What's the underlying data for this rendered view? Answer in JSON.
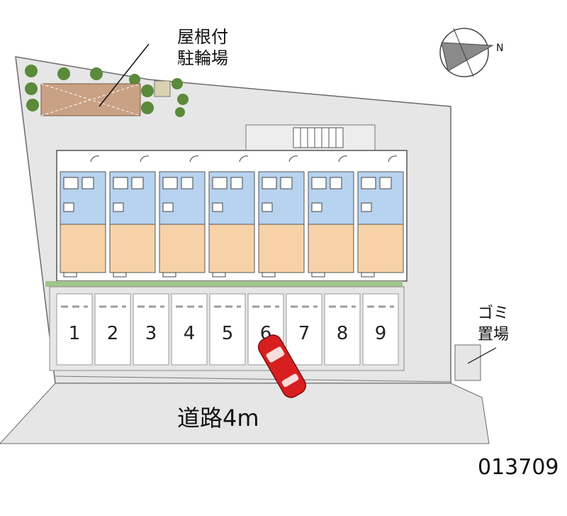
{
  "labels": {
    "bicycle_line1": "屋根付",
    "bicycle_line2": "駐輪場",
    "garbage_line1": "ゴミ",
    "garbage_line2": "置場",
    "road": "道路4m",
    "property_code": "013709",
    "north_mark": "N"
  },
  "parking_spaces": [
    "1",
    "2",
    "3",
    "4",
    "5",
    "6",
    "7",
    "8",
    "9"
  ],
  "unit_count": 7,
  "colors": {
    "lot": "#e6e6e6",
    "outline": "#6b6b6b",
    "wet_area": "#b7d3f0",
    "room": "#f7d2a8",
    "bike_roof": "#c9a184",
    "greenery": "#5a8a3a",
    "car": "#d81f1f",
    "stripe": "#9c9c9c"
  }
}
